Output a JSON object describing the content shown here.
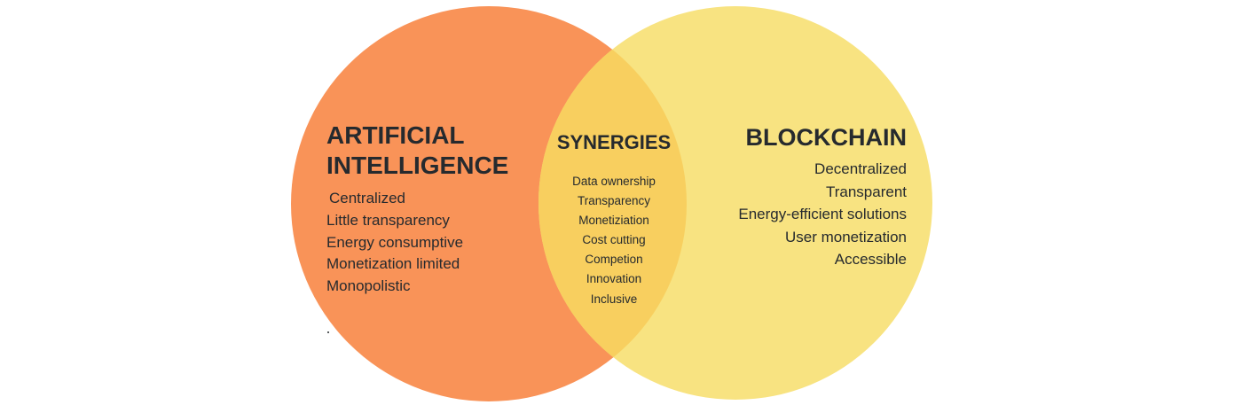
{
  "colors": {
    "ai": "#F99358",
    "blockchain": "#F8E381",
    "overlap": "#F8CF5F",
    "text": "#262A2E"
  },
  "ai": {
    "title_line1": "ARTIFICIAL",
    "title_line2": "INTELLIGENCE",
    "items": [
      "Centralized",
      "Little transparency",
      "Energy consumptive",
      "Monetization limited",
      "Monopolistic"
    ]
  },
  "synergies": {
    "title": "SYNERGIES",
    "items": [
      "Data ownership",
      "Transparency",
      "Monetiziation",
      "Cost cutting",
      "Competion",
      "Innovation",
      "Inclusive"
    ]
  },
  "blockchain": {
    "title": "BLOCKCHAIN",
    "items": [
      "Decentralized",
      "Transparent",
      "Energy-efficient solutions",
      "User monetization",
      "Accessible"
    ]
  }
}
